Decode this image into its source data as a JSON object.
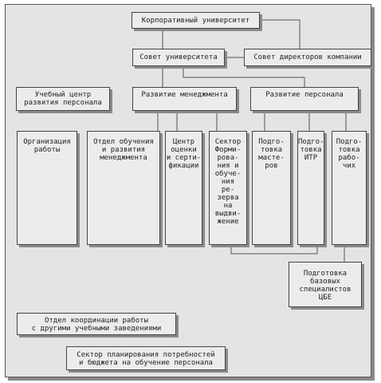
{
  "diagram": {
    "corp_university": "Корпоративный университет",
    "university_council": "Совет университета",
    "board_of_directors": "Совет директоров компании",
    "training_center": "Учебный центр\nразвития персонала",
    "management_development": "Развитие менеджмента",
    "personnel_development": "Развитие персонала",
    "work_organization": "Организация\nработы",
    "training_department": "Отдел обучения\nи развития\nменеджмента",
    "certification_center": "Центр\nоценки\nи серти-\nфикации",
    "reserve_sector": "Сектор\nФорми-\nрова-\nния и\nобуче-\nния\nре-\nзерва\nна\nвыдви-\nжение",
    "foremen_training": "Подго-\nтовка\nмасте-\nров",
    "itr_training": "Подго-\nтовка\nИТР",
    "workers_training": "Подго-\nтовка\nрабо-\nчих",
    "cbe_specialists": "Подготовка\nбазовых\nспециалистов\nЦБЕ",
    "coordination_department": "Отдел координации работы\nс другими учебными заведениями",
    "planning_sector": "Сектор планирования потребностей\nи бюджета на обучение персонала"
  }
}
